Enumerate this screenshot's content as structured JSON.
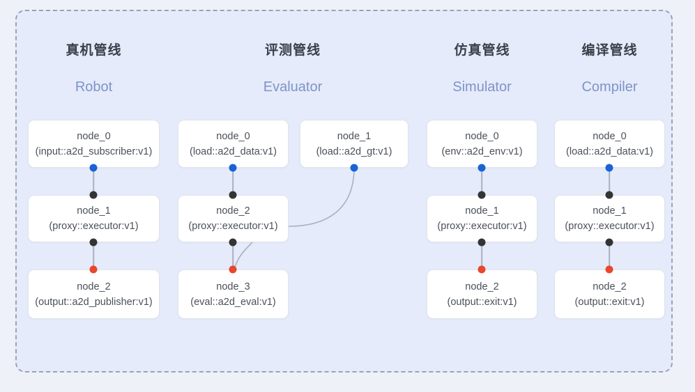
{
  "panel": {
    "background_color": "#e5ebfa",
    "border_color": "#9aa3b5",
    "outside_color": "#eef1f8"
  },
  "palette": {
    "accent_blue": "#7e93c7",
    "port_input": "#1a62d6",
    "port_link": "#343434",
    "port_output": "#e8472c",
    "edge": "#aab0bd",
    "node_text": "#4b5059",
    "title_text": "#3a3f49"
  },
  "columns": [
    {
      "id": "robot",
      "title_cn": "真机管线",
      "title_en": "Robot",
      "nodes": [
        {
          "name": "node_0",
          "type": "(input::a2d_subscriber:v1)"
        },
        {
          "name": "node_1",
          "type": "(proxy::executor:v1)"
        },
        {
          "name": "node_2",
          "type": "(output::a2d_publisher:v1)"
        }
      ]
    },
    {
      "id": "evaluator",
      "title_cn": "评测管线",
      "title_en": "Evaluator",
      "nodes": [
        {
          "name": "node_0",
          "type": "(load::a2d_data:v1)"
        },
        {
          "name": "node_1",
          "type": "(load::a2d_gt:v1)"
        },
        {
          "name": "node_2",
          "type": "(proxy::executor:v1)"
        },
        {
          "name": "node_3",
          "type": "(eval::a2d_eval:v1)"
        }
      ]
    },
    {
      "id": "simulator",
      "title_cn": "仿真管线",
      "title_en": "Simulator",
      "nodes": [
        {
          "name": "node_0",
          "type": "(env::a2d_env:v1)"
        },
        {
          "name": "node_1",
          "type": "(proxy::executor:v1)"
        },
        {
          "name": "node_2",
          "type": "(output::exit:v1)"
        }
      ]
    },
    {
      "id": "compiler",
      "title_cn": "编译管线",
      "title_en": "Compiler",
      "nodes": [
        {
          "name": "node_0",
          "type": "(load::a2d_data:v1)"
        },
        {
          "name": "node_1",
          "type": "(proxy::executor:v1)"
        },
        {
          "name": "node_2",
          "type": "(output::exit:v1)"
        }
      ]
    }
  ]
}
